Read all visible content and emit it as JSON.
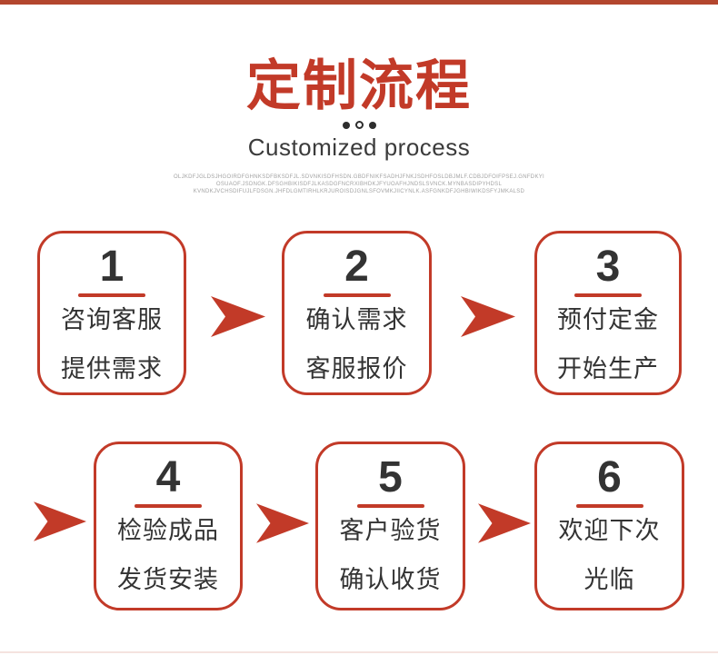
{
  "page": {
    "top_bar_color": "#b3462e",
    "accent_color": "#c23a28",
    "text_color": "#333333",
    "subtitle_color": "#3b3b3b",
    "bottom_divider_color": "#f5e3df"
  },
  "header": {
    "title": "定制流程",
    "subtitle": "Customized process",
    "dots": [
      "filled",
      "hollow",
      "filled"
    ],
    "fine_print_lines": [
      "OLJKDFJGLDSJHGOIRDFGHNKSDFBKSDFJL.SDVNKISDFHSDN.GBDFNIKFSADHJFNKJSDHFOSLDBJMLF.CDBJDFOIFPSEJ.GNFDKYI",
      "OSUAOF.JSDNGK.DFSGHBIKISDFJLKASDGFNCRXIBHDKJFYUOAFHJNDSLSVNCK.MYNBASDIPYHDSL",
      "KVNDKJVCHSDIFUJLFDSGN.JHFDLGMTIRHLKRJUROISDJGNLSFOVMKJIICYNLK.ASFGNKDFJGHBIWIKDSFYJMKALSD"
    ]
  },
  "steps": [
    {
      "number": "1",
      "line1": "咨询客服",
      "line2": "提供需求"
    },
    {
      "number": "2",
      "line1": "确认需求",
      "line2": "客服报价"
    },
    {
      "number": "3",
      "line1": "预付定金",
      "line2": "开始生产"
    },
    {
      "number": "4",
      "line1": "检验成品",
      "line2": "发货安装"
    },
    {
      "number": "5",
      "line1": "客户验货",
      "line2": "确认收货"
    },
    {
      "number": "6",
      "line1": "欢迎下次",
      "line2": "光临"
    }
  ]
}
